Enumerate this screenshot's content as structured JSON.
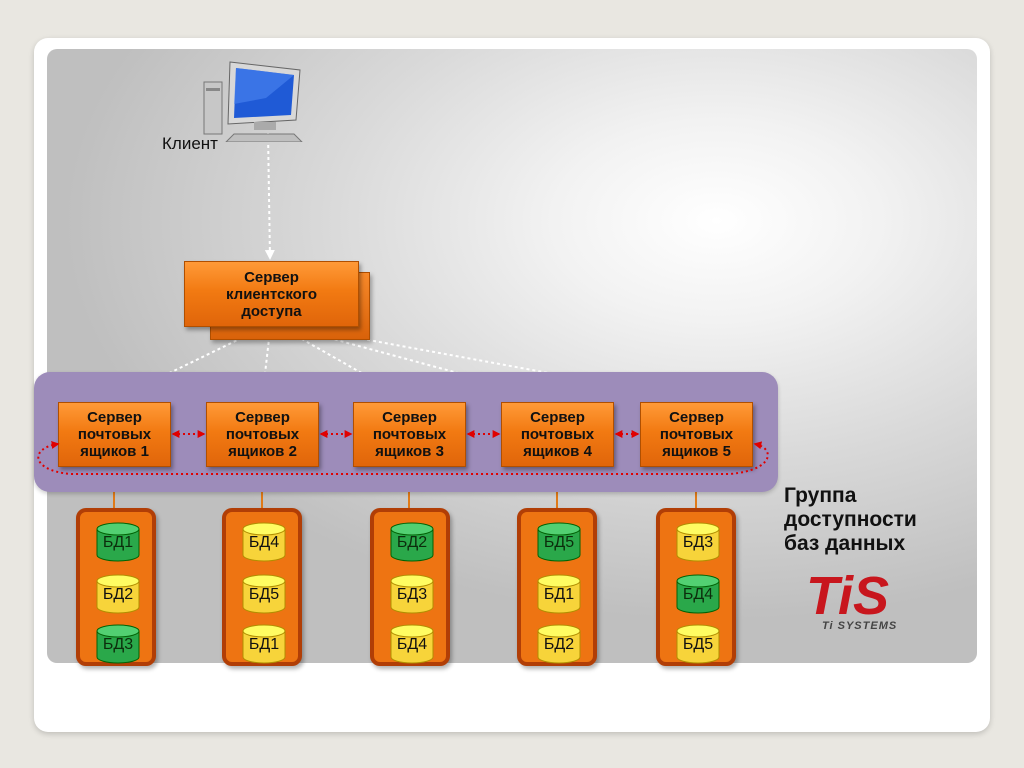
{
  "client": {
    "label": "Клиент"
  },
  "cas": {
    "lines": [
      "Сервер",
      "клиентского",
      "доступа"
    ]
  },
  "mailbox_servers": [
    {
      "lines": [
        "Сервер",
        "почтовых",
        "ящиков 1"
      ],
      "dbs": [
        {
          "name": "БД1",
          "state": "active"
        },
        {
          "name": "БД2",
          "state": "passive"
        },
        {
          "name": "БД3",
          "state": "active"
        }
      ]
    },
    {
      "lines": [
        "Сервер",
        "почтовых",
        "ящиков 2"
      ],
      "dbs": [
        {
          "name": "БД4",
          "state": "passive"
        },
        {
          "name": "БД5",
          "state": "passive"
        },
        {
          "name": "БД1",
          "state": "passive"
        }
      ]
    },
    {
      "lines": [
        "Сервер",
        "почтовых",
        "ящиков 3"
      ],
      "dbs": [
        {
          "name": "БД2",
          "state": "active"
        },
        {
          "name": "БД3",
          "state": "passive"
        },
        {
          "name": "БД4",
          "state": "passive"
        }
      ]
    },
    {
      "lines": [
        "Сервер",
        "почтовых",
        "ящиков 4"
      ],
      "dbs": [
        {
          "name": "БД5",
          "state": "active"
        },
        {
          "name": "БД1",
          "state": "passive"
        },
        {
          "name": "БД2",
          "state": "passive"
        }
      ]
    },
    {
      "lines": [
        "Сервер",
        "почтовых",
        "ящиков 5"
      ],
      "dbs": [
        {
          "name": "БД3",
          "state": "passive"
        },
        {
          "name": "БД4",
          "state": "active"
        },
        {
          "name": "БД5",
          "state": "passive"
        }
      ]
    }
  ],
  "availability_group": {
    "lines": [
      "Группа",
      "доступности",
      "баз данных"
    ]
  },
  "logo": {
    "mark": "TiS",
    "text": "Ti SYSTEMS"
  },
  "colors": {
    "active_db": "#2aa84a",
    "passive_db": "#f7d43a",
    "server": "#f27a12",
    "group_band": "#9d8cba",
    "replication_arrow": "#e00000",
    "connection_arrow": "#ffffff"
  }
}
